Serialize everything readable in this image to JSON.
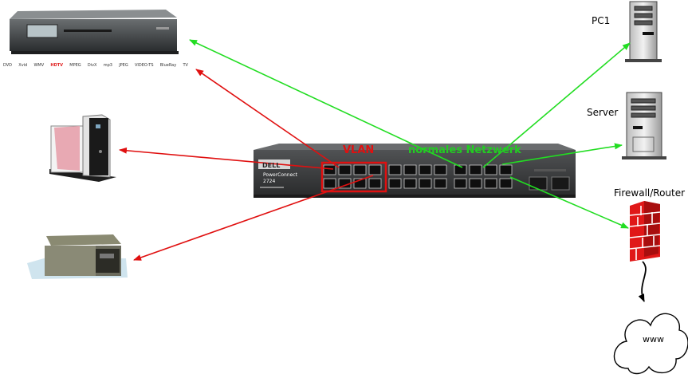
{
  "labels": {
    "pc1": "PC1",
    "server": "Server",
    "firewall": "Firewall/Router",
    "www": "www",
    "vlan": "VLAN",
    "normal_network": "normales Netzwerk"
  },
  "switch": {
    "brand": "DELL",
    "model": "PowerConnect",
    "number": "2724"
  },
  "media_formats": [
    "DVD",
    "Xvid",
    "WMV",
    "HDTV",
    "MPEG",
    "DivX",
    "mp3",
    "JPEG",
    "VIDEO-TS",
    "BlueRay",
    "TV"
  ],
  "colors": {
    "vlan": "#e01010",
    "normal": "#22dd22",
    "black": "#000000"
  }
}
